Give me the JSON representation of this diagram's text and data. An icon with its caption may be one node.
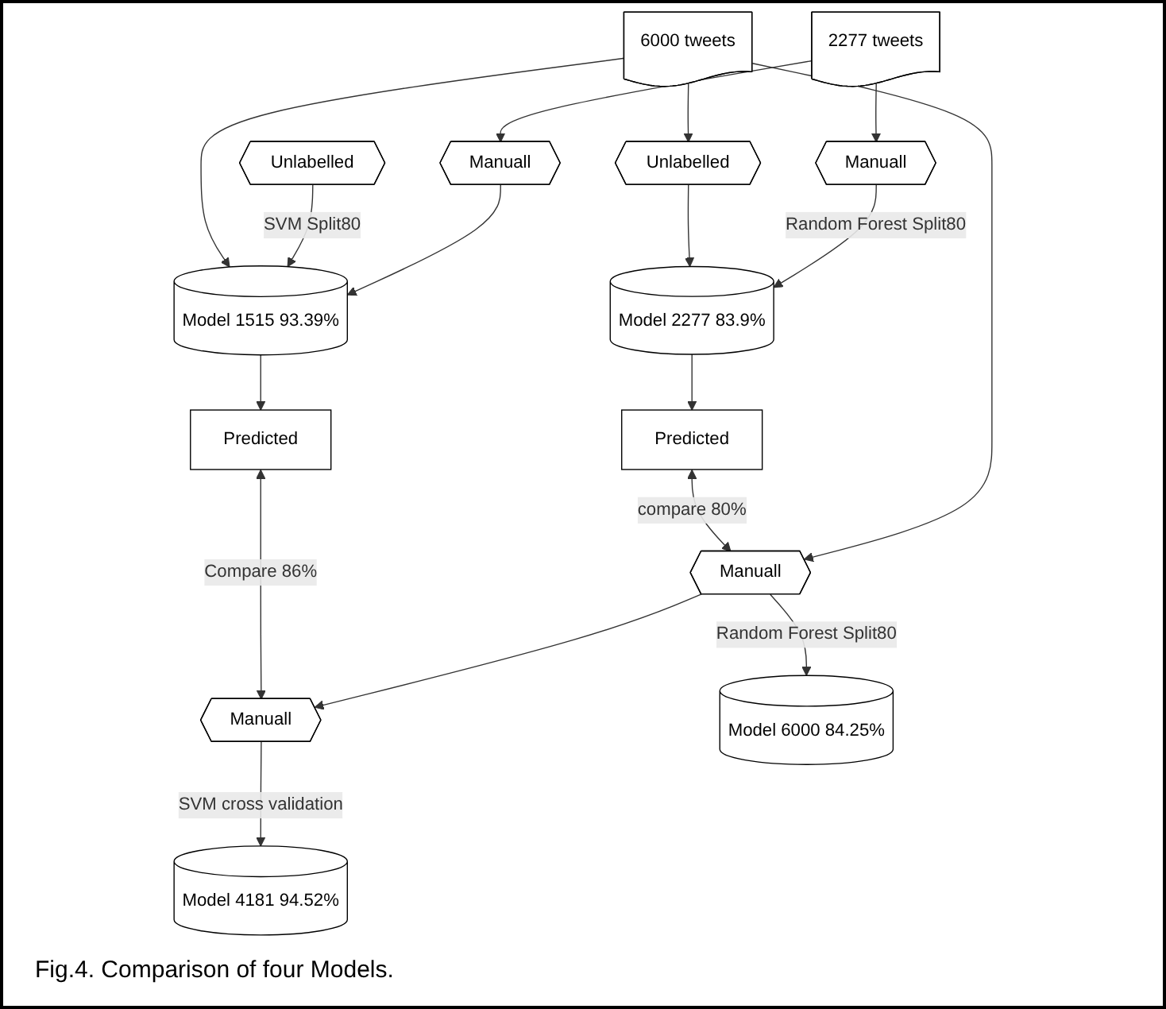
{
  "diagram": {
    "caption": "Fig.4. Comparison of four Models.",
    "nodes": [
      {
        "text": [
          "Manuall"
        ]
      },
      {
        "text": [
          "2277 tweets"
        ]
      },
      {
        "text": [
          "Manuall"
        ]
      },
      {
        "text": [
          "Unlabelled"
        ]
      },
      {
        "text": [
          "Model 1515 93.39%"
        ]
      },
      {
        "text": [
          "Model 2277 83.9%"
        ]
      },
      {
        "text": [
          "Unlabelled"
        ]
      },
      {
        "text": [
          "6000 tweets"
        ]
      },
      {
        "text": [
          "Predicted"
        ]
      },
      {
        "text": [
          "Predicted"
        ]
      },
      {
        "text": [
          "Manuall"
        ]
      },
      {
        "text": [
          "Manuall"
        ]
      },
      {
        "text": [
          "Model 6000 84.25%"
        ]
      },
      {
        "text": [
          "Model 4181 94.52%"
        ]
      }
    ],
    "edges": [
      {
        "from": 1,
        "to": 0,
        "arrow": "to"
      },
      {
        "from": 1,
        "to": 2,
        "arrow": "to"
      },
      {
        "from": 0,
        "to": 5,
        "arrow": "to",
        "label": "Random Forest Split80"
      },
      {
        "from": 2,
        "to": 4,
        "arrow": "to"
      },
      {
        "from": 3,
        "to": 4,
        "arrow": "to",
        "label": "SVM Split80"
      },
      {
        "from": 7,
        "to": 4,
        "arrow": "to"
      },
      {
        "from": 7,
        "to": 6,
        "arrow": "to"
      },
      {
        "from": 6,
        "to": 5,
        "arrow": "to"
      },
      {
        "from": 5,
        "to": 8,
        "arrow": "to"
      },
      {
        "from": 7,
        "to": 10,
        "arrow": "to"
      },
      {
        "from": 8,
        "to": 10,
        "arrow": "both",
        "label": "compare 80%"
      },
      {
        "from": 4,
        "to": 9,
        "arrow": "to"
      },
      {
        "from": 10,
        "to": 12,
        "arrow": "to",
        "label": "Random Forest Split80"
      },
      {
        "from": 10,
        "to": 11,
        "arrow": "to"
      },
      {
        "from": 9,
        "to": 11,
        "arrow": "both",
        "label": "Compare 86%"
      },
      {
        "from": 11,
        "to": 13,
        "arrow": "to",
        "label": "SVM cross validation"
      }
    ]
  }
}
